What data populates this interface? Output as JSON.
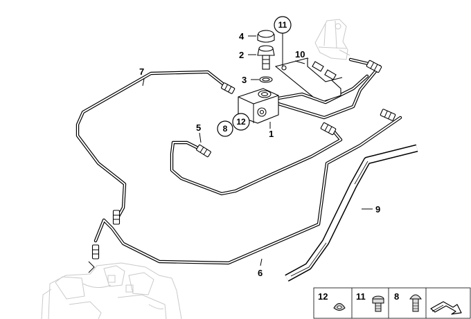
{
  "diagram": {
    "callouts": [
      {
        "id": "c1",
        "text": "1",
        "circled": false
      },
      {
        "id": "c2",
        "text": "2",
        "circled": false
      },
      {
        "id": "c3",
        "text": "3",
        "circled": false
      },
      {
        "id": "c4",
        "text": "4",
        "circled": false
      },
      {
        "id": "c5",
        "text": "5",
        "circled": false
      },
      {
        "id": "c6",
        "text": "6",
        "circled": false
      },
      {
        "id": "c7",
        "text": "7",
        "circled": false
      },
      {
        "id": "c8",
        "text": "8",
        "circled": true
      },
      {
        "id": "c9",
        "text": "9",
        "circled": false
      },
      {
        "id": "c10",
        "text": "10",
        "circled": false
      },
      {
        "id": "c11",
        "text": "11",
        "circled": true
      },
      {
        "id": "c12",
        "text": "12",
        "circled": true
      }
    ]
  },
  "legend": {
    "items": [
      {
        "label": "12",
        "icon": "washer-icon"
      },
      {
        "label": "11",
        "icon": "hex-bolt-icon"
      },
      {
        "label": "8",
        "icon": "round-head-bolt-icon"
      }
    ],
    "nav_icon": "next-page-arrow-icon"
  }
}
